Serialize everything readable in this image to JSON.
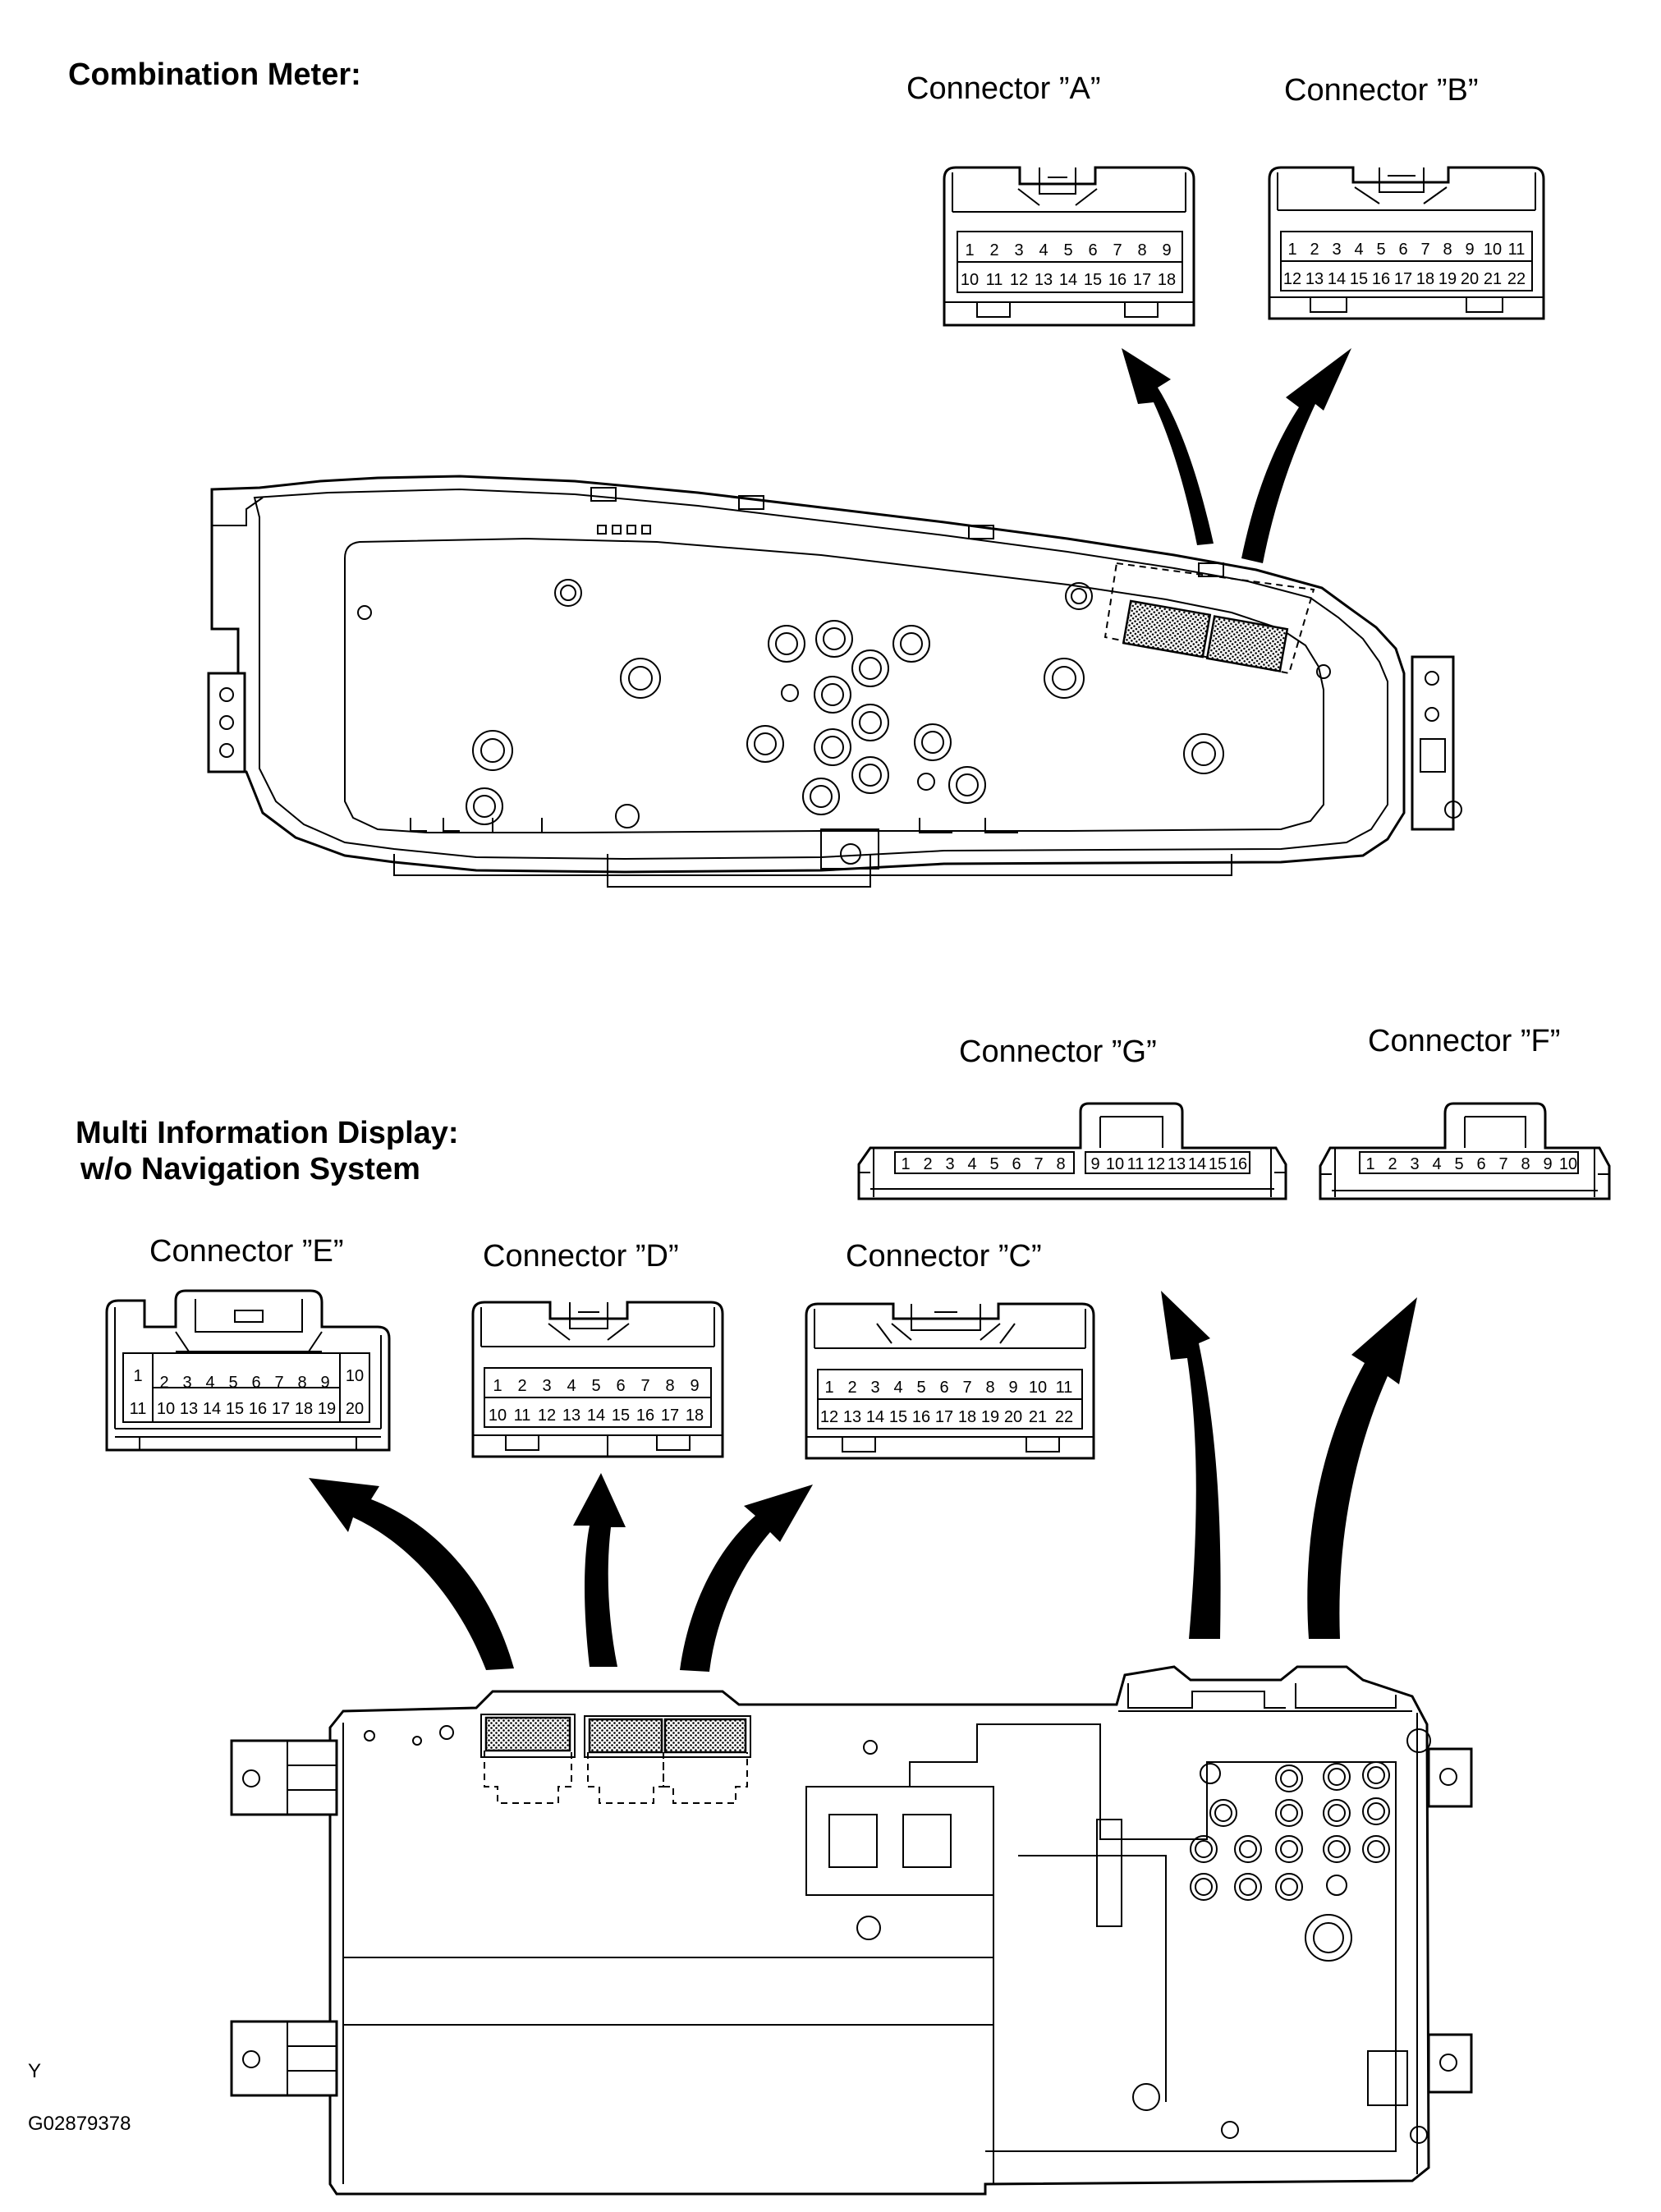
{
  "sections": {
    "combination_meter": "Combination Meter:",
    "mid_line1": "Multi Information Display:",
    "mid_line2": "w/o Navigation System"
  },
  "connectors": {
    "A": {
      "label": "Connector ”A”",
      "row1": [
        "1",
        "2",
        "3",
        "4",
        "5",
        "6",
        "7",
        "8",
        "9"
      ],
      "row2": [
        "10",
        "11",
        "12",
        "13",
        "14",
        "15",
        "16",
        "17",
        "18"
      ]
    },
    "B": {
      "label": "Connector ”B”",
      "row1": [
        "1",
        "2",
        "3",
        "4",
        "5",
        "6",
        "7",
        "8",
        "9",
        "10",
        "11"
      ],
      "row2": [
        "12",
        "13",
        "14",
        "15",
        "16",
        "17",
        "18",
        "19",
        "20",
        "21",
        "22"
      ]
    },
    "C": {
      "label": "Connector ”C”",
      "row1": [
        "1",
        "2",
        "3",
        "4",
        "5",
        "6",
        "7",
        "8",
        "9",
        "10",
        "11"
      ],
      "row2": [
        "12",
        "13",
        "14",
        "15",
        "16",
        "17",
        "18",
        "19",
        "20",
        "21",
        "22"
      ]
    },
    "D": {
      "label": "Connector ”D”",
      "row1": [
        "1",
        "2",
        "3",
        "4",
        "5",
        "6",
        "7",
        "8",
        "9"
      ],
      "row2": [
        "10",
        "11",
        "12",
        "13",
        "14",
        "15",
        "16",
        "17",
        "18"
      ]
    },
    "E": {
      "label": "Connector ”E”",
      "row1": [
        "1",
        "2",
        "3",
        "4",
        "5",
        "6",
        "7",
        "8",
        "9",
        "10"
      ],
      "row2": [
        "11",
        "10",
        "13",
        "14",
        "15",
        "16",
        "17",
        "18",
        "19",
        "20"
      ]
    },
    "F": {
      "label": "Connector ”F”",
      "row1": [
        "1",
        "2",
        "3",
        "4",
        "5",
        "6",
        "7",
        "8",
        "9",
        "10"
      ]
    },
    "G": {
      "label": "Connector ”G”",
      "row1": [
        "1",
        "2",
        "3",
        "4",
        "5",
        "6",
        "7",
        "8",
        "9",
        "10",
        "11",
        "12",
        "13",
        "14",
        "15",
        "16"
      ]
    }
  },
  "footer": {
    "corner_mark": "Y",
    "figure_id": "G02879378"
  }
}
